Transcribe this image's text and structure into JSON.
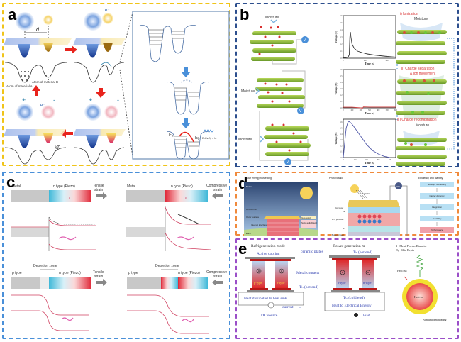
{
  "panels": {
    "a": {
      "label": "a",
      "material_a": "Atom of material A",
      "material_b": "Atom of material B",
      "d_label": "d",
      "e_minus": "e⁻",
      "plus": "+",
      "minus": "-",
      "kT": "kT",
      "EA": "Eₐ",
      "EB": "Eᵦ",
      "energy_eq": "E=Eₐ-Eᵦ = hν",
      "e1": "E₁",
      "e2": "E₂"
    },
    "b": {
      "label": "b",
      "moisture": "Moisture",
      "meter": "V",
      "steps": [
        "i) Ionization",
        "ii) Charge separation",
        "& ion movement",
        "iii) Charge recombination"
      ],
      "step_moisture": "Moisture"
    },
    "c": {
      "label": "c",
      "metal": "Metal",
      "ntype": "n type (Piezo)",
      "ptype": "p type",
      "tensile": [
        "Tensile",
        "strain"
      ],
      "compressive": [
        "Compressive",
        "strain"
      ],
      "depletion": "Depletion zone",
      "c_axis": "c"
    },
    "d": {
      "label": "d",
      "col1_title": "Solar energy harvesting",
      "col1_labels": [
        "Space",
        "Atmosphere",
        "Outer surface",
        "Internal interfaces",
        "Earth"
      ],
      "col1_tags": [
        "Gas-solid",
        "Solid-solid/liquid"
      ],
      "col2_title": "Photovoltaic",
      "col2_labels": [
        "Top layer",
        "N",
        "P-N junction",
        "P",
        "Bottom layer"
      ],
      "sunlight": "Sunlight",
      "on": "ON",
      "col3_title": "Efficiency and stability",
      "flow": [
        "Sunlight harvesting",
        "Carrier dynamic",
        "Integration",
        "Durability",
        "Performance"
      ]
    },
    "e": {
      "label": "e",
      "refrig_title": "Refrigeneration mode",
      "power_title": "Power generation m",
      "active_cooling": "Active cooling",
      "ceramic": "ceramic plates",
      "metal_contacts": "Metal contacts",
      "th_hot": "Tₕ (hot end)",
      "tc_cold": "Tᴄ (cold end)",
      "ptype": "p-type",
      "ntype": "n-type",
      "heat_sink": "Heat dissipated to heat sink",
      "current": "current —→",
      "dc": "DC source",
      "heat_elec": "Heat to Electrical Energy",
      "load": "load",
      "legend": [
        "d - Metal Powder Diameter",
        "Dₛ - Skin Depth"
      ],
      "heat_out": "Heat out",
      "heat_in": "Heat in",
      "nonuniform": "Non uniform heating"
    }
  },
  "chart_data": [
    {
      "type": "line",
      "title": "",
      "xlabel": "Time (s)",
      "ylabel": "Voltage (V)",
      "xlim": [
        0,
        480
      ],
      "ylim": [
        0,
        0.6
      ],
      "xticks": [
        0,
        200,
        400
      ],
      "yticks": [
        0.0,
        0.1,
        0.2,
        0.3,
        0.4,
        0.5,
        0.6
      ],
      "series": [
        {
          "name": "voltage",
          "color": "#333333",
          "x": [
            0,
            40,
            55,
            60,
            65,
            70,
            80,
            100,
            130,
            170,
            220,
            280,
            340,
            400,
            480
          ],
          "y": [
            0.01,
            0.0,
            0.05,
            0.3,
            0.37,
            0.3,
            0.2,
            0.14,
            0.1,
            0.08,
            0.06,
            0.045,
            0.035,
            0.025,
            0.015
          ]
        }
      ]
    },
    {
      "type": "line",
      "title": "",
      "xlabel": "Time (s)",
      "ylabel": "Voltage (V)",
      "xlim": [
        0,
        600
      ],
      "ylim": [
        0,
        0.6
      ],
      "xticks": [
        0,
        100,
        200,
        300,
        400,
        500,
        600
      ],
      "yticks": [
        0.0,
        0.1,
        0.2,
        0.3,
        0.4,
        0.5,
        0.6
      ],
      "series": [
        {
          "name": "voltage",
          "color": "#d04040",
          "x": [
            0,
            100,
            200,
            220,
            230,
            300,
            400,
            500,
            600
          ],
          "y": [
            0.01,
            0.01,
            0.0,
            -0.005,
            0.015,
            0.012,
            0.012,
            0.012,
            0.012
          ]
        }
      ]
    },
    {
      "type": "line",
      "title": "",
      "xlabel": "Time (s)",
      "ylabel": "Voltage (V)",
      "xlim": [
        0,
        450
      ],
      "ylim": [
        0,
        0.65
      ],
      "xticks": [
        0,
        100,
        200,
        300,
        400
      ],
      "yticks": [
        0.0,
        0.1,
        0.2,
        0.3,
        0.4,
        0.5,
        0.6
      ],
      "series": [
        {
          "name": "voltage",
          "color": "#5058a8",
          "x": [
            0,
            10,
            25,
            40,
            50,
            70,
            100,
            150,
            200,
            250,
            300,
            350,
            400
          ],
          "y": [
            0.0,
            0.2,
            0.5,
            0.6,
            0.61,
            0.58,
            0.5,
            0.36,
            0.22,
            0.12,
            0.06,
            0.02,
            0.0
          ]
        }
      ]
    }
  ]
}
